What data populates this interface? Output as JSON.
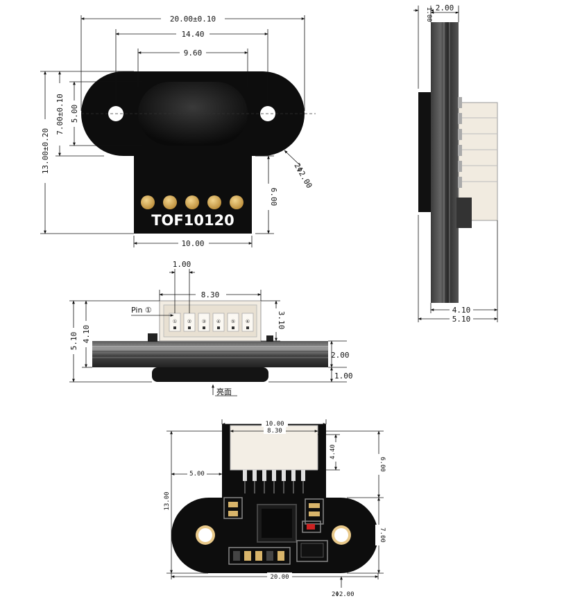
{
  "top_view": {
    "dim_width": "20.00±0.10",
    "dim_hole_spacing": "14.40",
    "dim_lens_width": "9.60",
    "dim_height": "13.00±0.20",
    "dim_ellipse_height": "7.00±0.10",
    "dim_lens_height": "5.00",
    "dim_holes": "2Φ2.00",
    "dim_tail_height": "6.00",
    "dim_tail_width": "10.00",
    "model_label": "TOF10120"
  },
  "side_view": {
    "dim_board": "1.00",
    "dim_lens": "2.00",
    "dim_depth_inner": "4.10",
    "dim_depth_outer": "5.10"
  },
  "front_view": {
    "dim_pin_pitch": "1.00",
    "dim_connector_width": "8.30",
    "pin_label": "Pin ①",
    "pins": [
      "①",
      "②",
      "③",
      "④",
      "⑤",
      "⑥"
    ],
    "dim_connector_height": "3.10",
    "dim_total_inner": "4.10",
    "dim_total_outer": "5.10",
    "dim_board_thickness": "2.00",
    "dim_lens_thickness": "1.00",
    "light_face_label": "亮面"
  },
  "bottom_view": {
    "dim_tail_width": "10.00",
    "dim_connector_width": "8.30",
    "dim_connector_depth": "4.40",
    "dim_half_width": "5.00",
    "dim_height": "13.00",
    "dim_tail_height": "6.00",
    "dim_ellipse_height": "7.00",
    "dim_width": "20.00",
    "dim_holes": "2Φ2.00"
  }
}
